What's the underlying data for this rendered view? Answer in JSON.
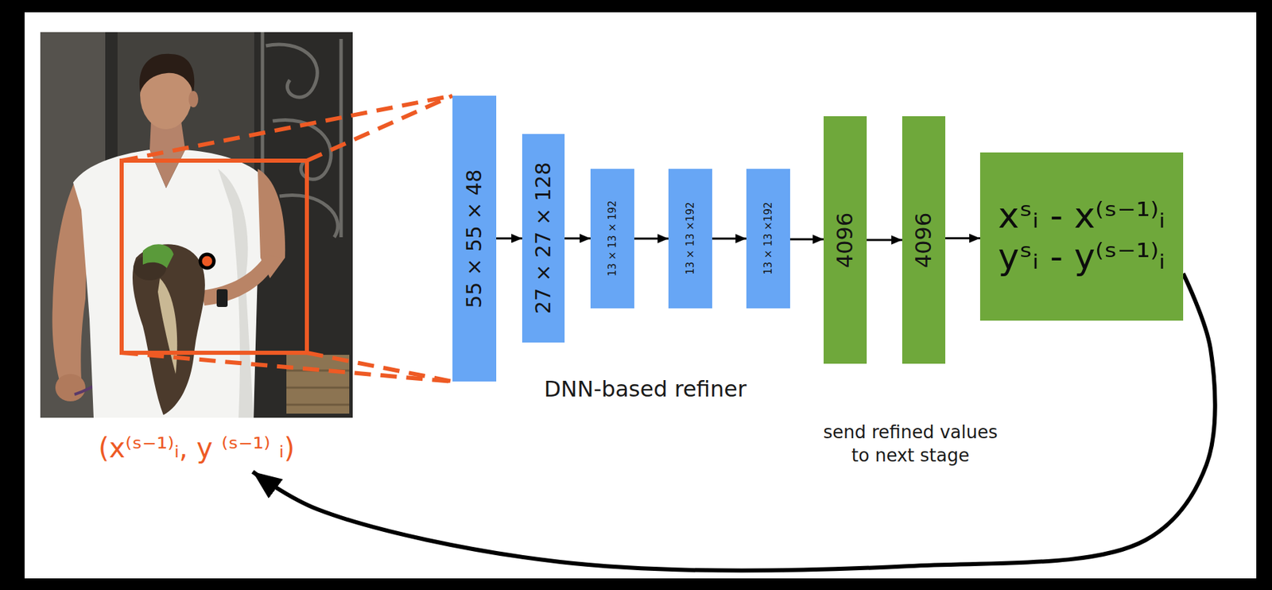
{
  "diagram": {
    "nodes": [
      {
        "text": [
          "(x⁽ˢ⁻¹⁾ᵢ, y ⁽ˢ⁻¹⁾ ᵢ)"
        ]
      },
      {
        "text": [
          "55 × 55 × 48"
        ]
      },
      {
        "text": [
          "27 × 27 × 128"
        ]
      },
      {
        "text": [
          "13 × 13 × 192"
        ]
      },
      {
        "text": [
          "13 × 13 ×192"
        ]
      },
      {
        "text": [
          "13 × 13 ×192"
        ]
      },
      {
        "text": [
          "4096"
        ]
      },
      {
        "text": [
          "4096"
        ]
      },
      {
        "text": [
          "xˢᵢ - x⁽ˢ⁻¹⁾ᵢ",
          "yˢᵢ - y⁽ˢ⁻¹⁾ᵢ"
        ]
      }
    ],
    "edges": [
      {
        "from": 1,
        "to": 2,
        "arrow": "to"
      },
      {
        "from": 2,
        "to": 3,
        "arrow": "to"
      },
      {
        "from": 3,
        "to": 4,
        "arrow": "to"
      },
      {
        "from": 4,
        "to": 5,
        "arrow": "to"
      },
      {
        "from": 5,
        "to": 6,
        "arrow": "to"
      },
      {
        "from": 6,
        "to": 7,
        "arrow": "to"
      },
      {
        "from": 7,
        "to": 8,
        "arrow": "to"
      },
      {
        "from": 8,
        "to": 0,
        "arrow": "to",
        "label": "send refined values to next stage"
      }
    ],
    "labels": [
      "DNN-based refiner"
    ]
  }
}
